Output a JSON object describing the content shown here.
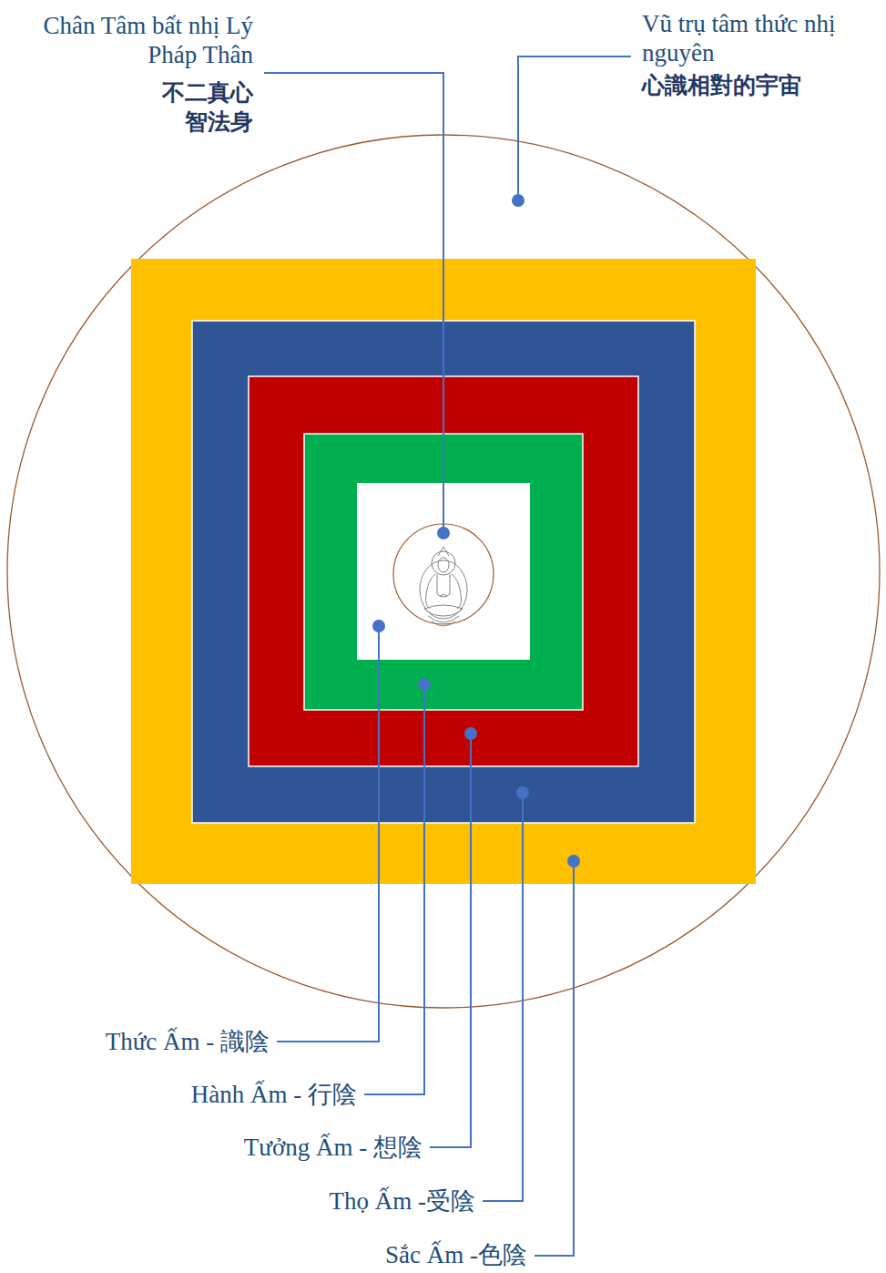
{
  "diagram": {
    "labels": [
      "Chân Tâm bất nhị Lý Pháp Thân",
      "不二真心 智法身",
      "Vũ trụ tâm thức nhị nguyên",
      "心識相對的宇宙",
      "Thức Ấm - 識陰",
      "Hành Ấm - 行陰",
      "Tưởng Ấm - 想陰",
      "Thọ Ấm -受陰",
      "Sắc Ấm -色陰"
    ]
  }
}
